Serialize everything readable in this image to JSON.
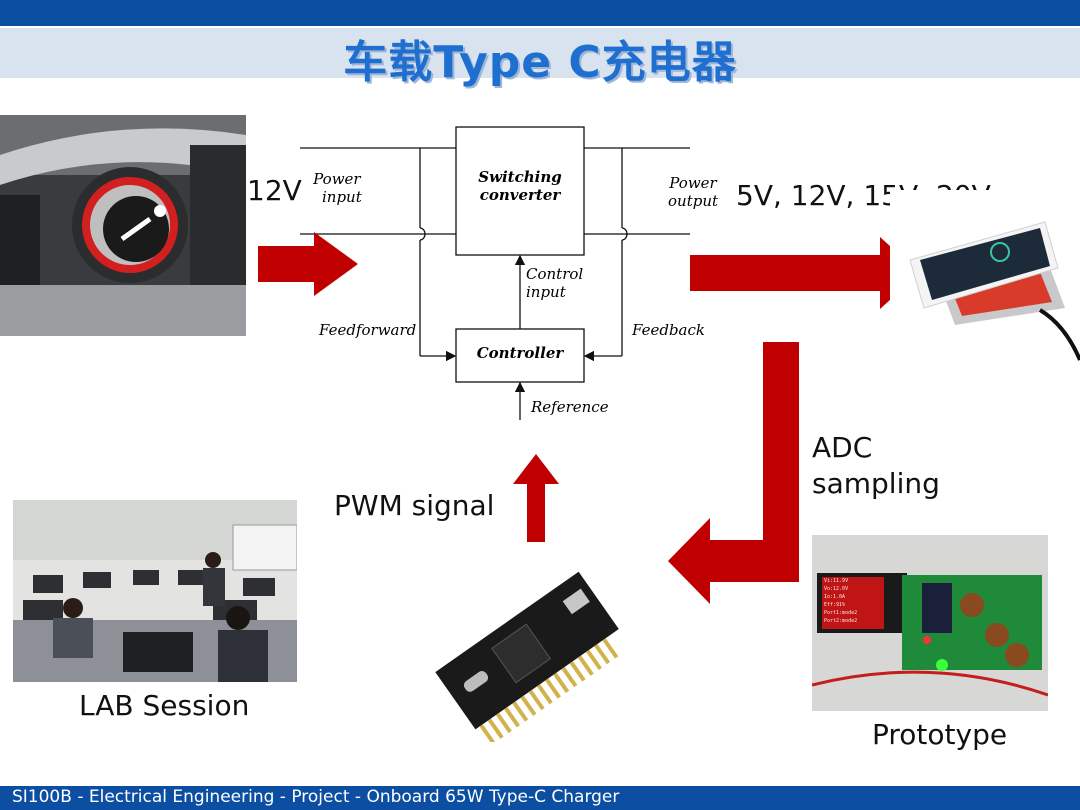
{
  "slide": {
    "title": "车载Type C充电器",
    "footer": "SI100B - Electrical Engineering - Project - Onboard 65W Type-C Charger"
  },
  "labels": {
    "input_voltage": "12V",
    "output_voltage": "5V, 12V, 15V, 20V",
    "adc_line1": "ADC",
    "adc_line2": "sampling",
    "pwm": "PWM signal",
    "lab": "LAB Session",
    "prototype": "Prototype"
  },
  "diagram": {
    "switching_line1": "Switching",
    "switching_line2": "converter",
    "controller": "Controller",
    "power_input_line1": "Power",
    "power_input_line2": "input",
    "power_output_line1": "Power",
    "power_output_line2": "output",
    "control_input_line1": "Control",
    "control_input_line2": "input",
    "feedforward": "Feedforward",
    "feedback": "Feedback",
    "reference": "Reference"
  },
  "colors": {
    "header": "#0b4ea2",
    "title": "#1f6fd1",
    "arrow": "#c00000"
  },
  "screen_readout": {
    "line1": "Vi:11.9V",
    "line2": "Vo:12.0V",
    "line3": "Io:1.0A",
    "line4": "Eff:91%",
    "line5": "Port1:mode2",
    "line6": "Port2:mode2"
  }
}
